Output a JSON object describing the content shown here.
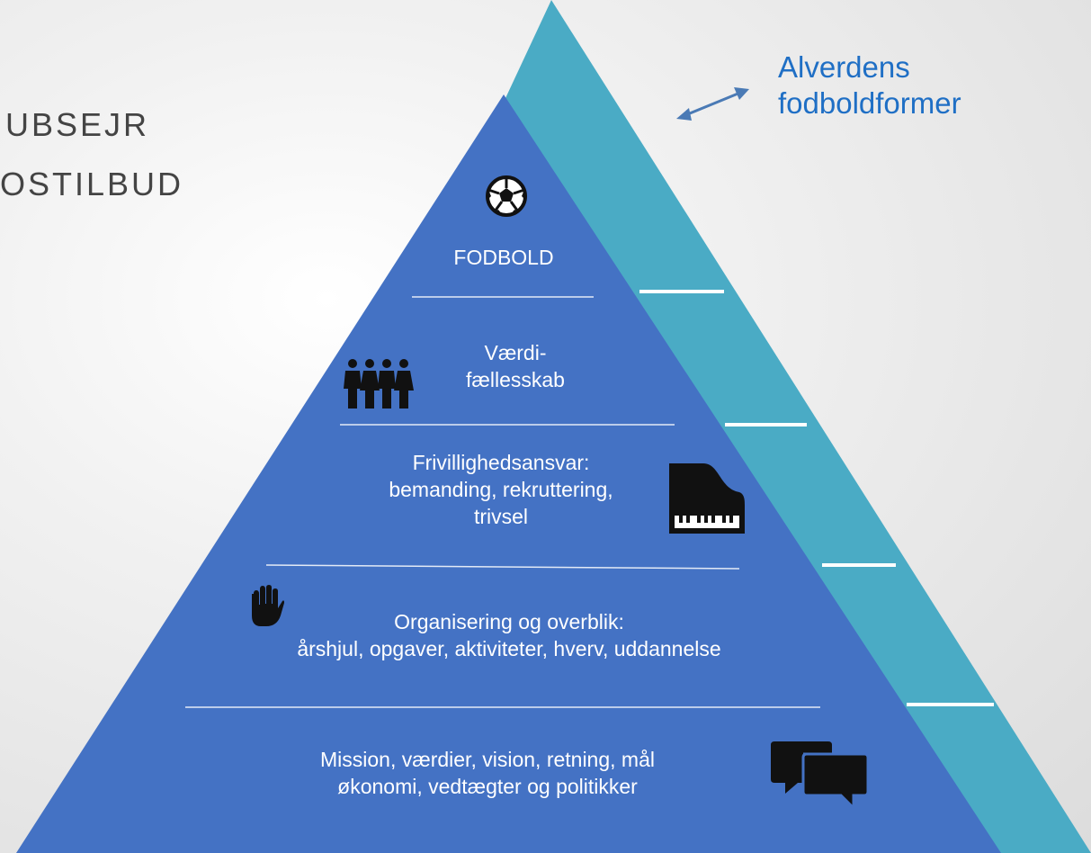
{
  "title": {
    "line1": "UBSEJR",
    "line2": "OSTILBUD"
  },
  "outer_label": {
    "line1": "Alverdens",
    "line2": "fodboldformer"
  },
  "levels": {
    "top": "FODBOLD",
    "level2_line1": "Værdi-",
    "level2_line2": "fællesskab",
    "level3_line1": "Frivillighedsansvar:",
    "level3_line2": "bemanding, rekruttering,",
    "level3_line3": "trivsel",
    "level4_line1": "Organisering og overblik:",
    "level4_line2": "årshjul, opgaver, aktiviteter, hverv, uddannelse",
    "level5_line1": "Mission, værdier, vision, retning, mål",
    "level5_line2": "økonomi, vedtægter og politikker"
  },
  "icons": {
    "top": "football-icon",
    "level2": "people-group-icon",
    "level3": "grand-piano-icon",
    "level4": "hand-icon",
    "level5": "speech-bubbles-icon"
  },
  "colors": {
    "outer_triangle": "#4aabc5",
    "inner_pyramid": "#4472c4",
    "label_blue": "#1f6fc5",
    "divider": "#ffffff"
  }
}
